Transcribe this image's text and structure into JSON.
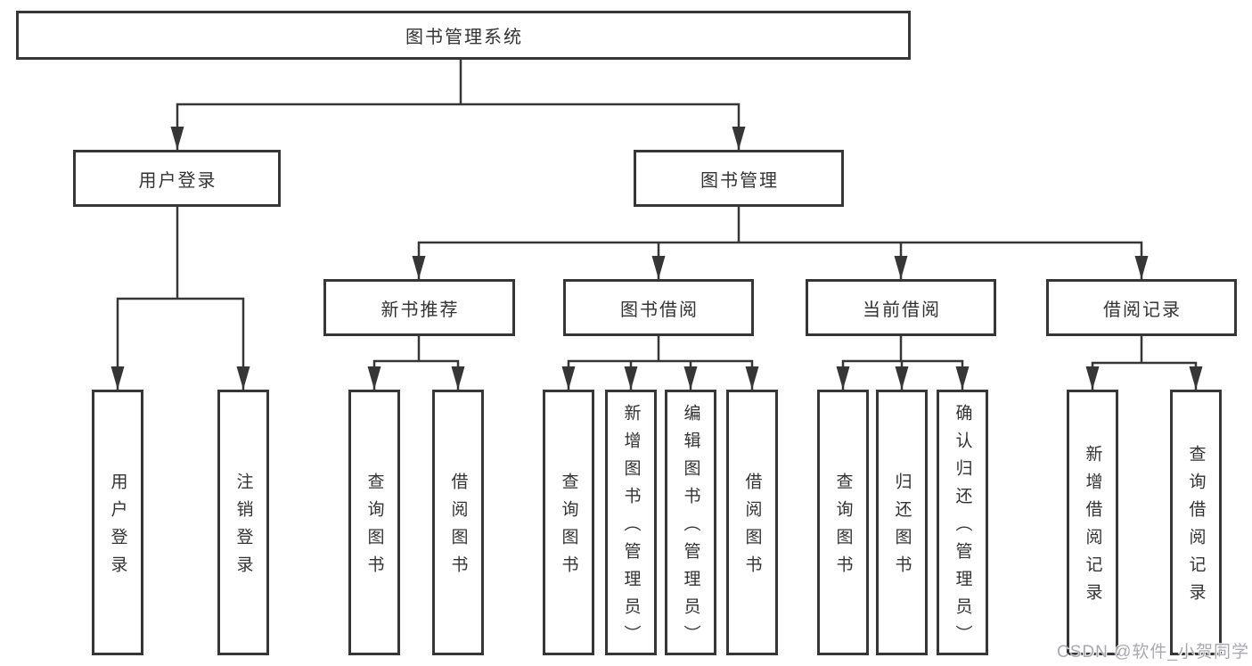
{
  "colors": {
    "line": "#363636",
    "box_border": "#363636",
    "text": "#333333",
    "background": "#ffffff",
    "watermark": "#a9a9af"
  },
  "tree": {
    "label": "图书管理系统",
    "children": [
      {
        "label": "用户登录",
        "children": [
          {
            "label": "用户登录"
          },
          {
            "label": "注销登录"
          }
        ]
      },
      {
        "label": "图书管理",
        "children": [
          {
            "label": "新书推荐",
            "children": [
              {
                "label": "查询图书"
              },
              {
                "label": "借阅图书"
              }
            ]
          },
          {
            "label": "图书借阅",
            "children": [
              {
                "label": "查询图书"
              },
              {
                "label": "新增图书（管理员）"
              },
              {
                "label": "编辑图书（管理员）"
              },
              {
                "label": "借阅图书"
              }
            ]
          },
          {
            "label": "当前借阅",
            "children": [
              {
                "label": "查询图书"
              },
              {
                "label": "归还图书"
              },
              {
                "label": "确认归还（管理员）"
              }
            ]
          },
          {
            "label": "借阅记录",
            "children": [
              {
                "label": "新增借阅记录"
              },
              {
                "label": "查询借阅记录"
              }
            ]
          }
        ]
      }
    ]
  },
  "watermark": {
    "text": "CSDN @软件_小贺同学"
  }
}
